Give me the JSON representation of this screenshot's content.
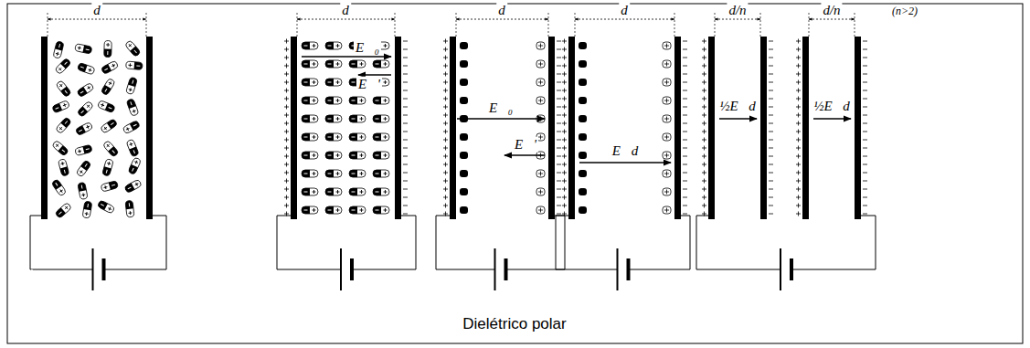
{
  "diagram": {
    "caption": "Dielétrico polar",
    "labels": [
      "d",
      "d",
      "d",
      "d",
      "d/n",
      "d/n",
      "(n>2)",
      "E⃗₀",
      "E⃗'",
      "E⃗₀",
      "E⃗'",
      "E⃗d",
      "½E⃗d",
      "½E⃗d"
    ]
  }
}
